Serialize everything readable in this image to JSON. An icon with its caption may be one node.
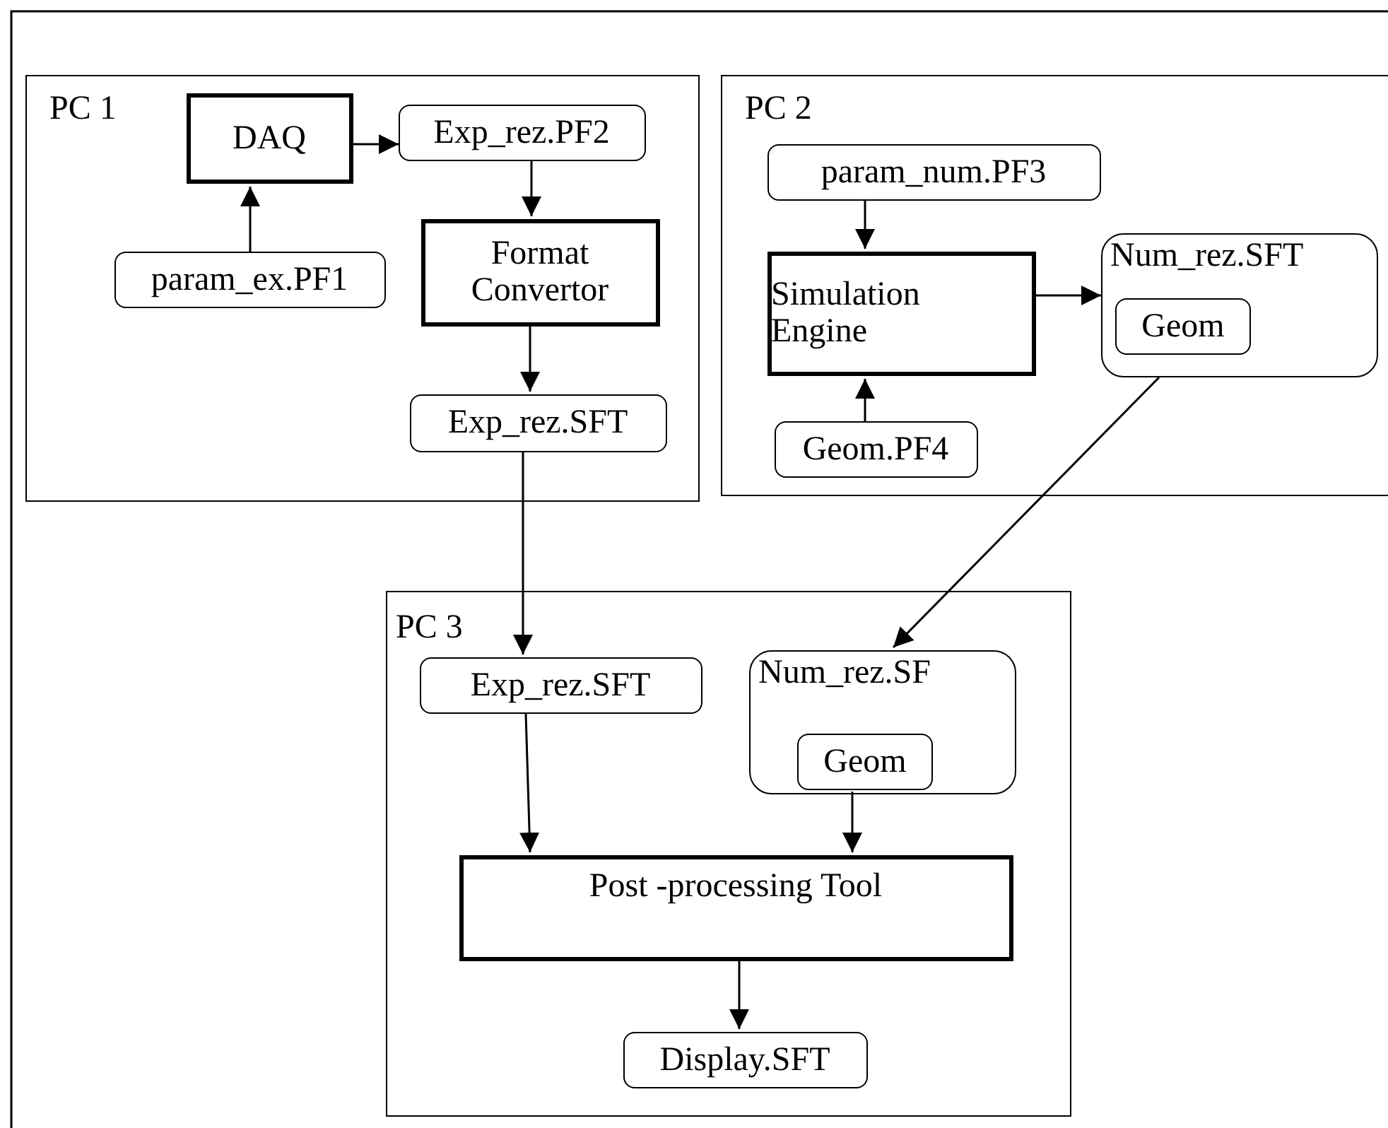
{
  "diagram": {
    "nodes": [
      {
        "text": [
          "PC 1"
        ]
      },
      {
        "text": [
          "DAQ"
        ],
        "in": 0
      },
      {
        "text": [
          "Exp_rez.PF2"
        ],
        "in": 0
      },
      {
        "text": [
          "param_ex.PF1"
        ],
        "in": 0
      },
      {
        "text": [
          "Format Convertor"
        ],
        "in": 0
      },
      {
        "text": [
          "Exp_rez.SFT"
        ],
        "in": 0
      },
      {
        "text": [
          "PC 2"
        ]
      },
      {
        "text": [
          "param_num.PF3"
        ],
        "in": 6
      },
      {
        "text": [
          "Simulation Engine"
        ],
        "in": 6
      },
      {
        "text": [
          "Num_rez.SFT"
        ],
        "in": 6
      },
      {
        "text": [
          "Geom"
        ],
        "in": 9
      },
      {
        "text": [
          "Geom.PF4"
        ],
        "in": 6
      },
      {
        "text": [
          "PC 3"
        ]
      },
      {
        "text": [
          "Exp_rez.SFT"
        ],
        "in": 12
      },
      {
        "text": [
          "Num_rez.SF"
        ],
        "in": 12
      },
      {
        "text": [
          "Geom"
        ],
        "in": 14
      },
      {
        "text": [
          "Post -processing Tool"
        ],
        "in": 12
      },
      {
        "text": [
          "Display.SFT"
        ],
        "in": 12
      }
    ],
    "edges": [
      {
        "from": 3,
        "to": 1,
        "arrow": "to"
      },
      {
        "from": 1,
        "to": 2,
        "arrow": "to"
      },
      {
        "from": 2,
        "to": 4,
        "arrow": "to"
      },
      {
        "from": 4,
        "to": 5,
        "arrow": "to"
      },
      {
        "from": 7,
        "to": 8,
        "arrow": "to"
      },
      {
        "from": 11,
        "to": 8,
        "arrow": "to"
      },
      {
        "from": 8,
        "to": 9,
        "arrow": "to"
      },
      {
        "from": 5,
        "to": 13,
        "arrow": "to"
      },
      {
        "from": 9,
        "to": 14,
        "arrow": "to"
      },
      {
        "from": 13,
        "to": 16,
        "arrow": "to"
      },
      {
        "from": 15,
        "to": 16,
        "arrow": "to"
      },
      {
        "from": 16,
        "to": 17,
        "arrow": "to"
      }
    ]
  }
}
